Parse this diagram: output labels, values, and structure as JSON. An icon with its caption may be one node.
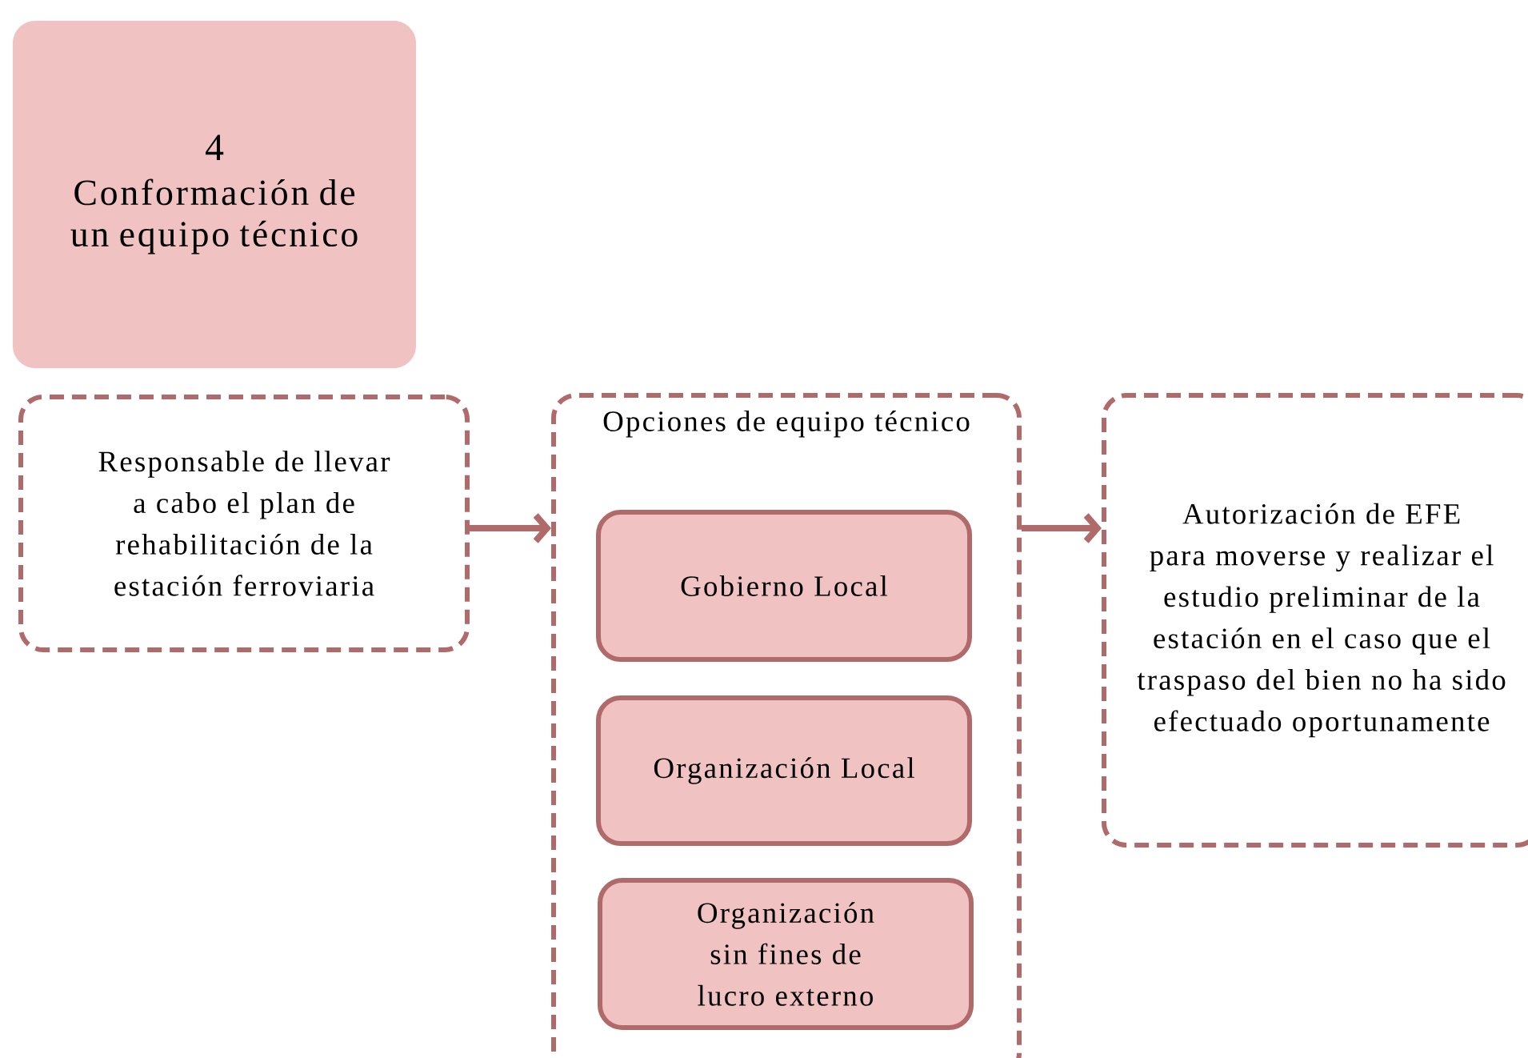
{
  "diagram": {
    "nodes": [
      {
        "text": [
          "4",
          "Conformación de un equipo técnico"
        ]
      },
      {
        "text": [
          "Responsable de llevar a cabo el plan de rehabilitación de la estación ferroviaria"
        ]
      },
      {
        "text": [
          "Opciones de equipo técnico"
        ]
      },
      {
        "text": [
          "Gobierno Local"
        ],
        "in": 2
      },
      {
        "text": [
          "Organización Local"
        ],
        "in": 2
      },
      {
        "text": [
          "Organización sin fines de lucro externo"
        ],
        "in": 2
      },
      {
        "text": [
          "Autorización de EFE para moverse y realizar el estudio preliminar de la estación en el caso que el traspaso del bien no ha sido efectuado oportunamente"
        ]
      }
    ],
    "edges": [
      {
        "from": 1,
        "to": 2,
        "arrow": "to"
      },
      {
        "from": 2,
        "to": 6,
        "arrow": "to"
      }
    ]
  }
}
